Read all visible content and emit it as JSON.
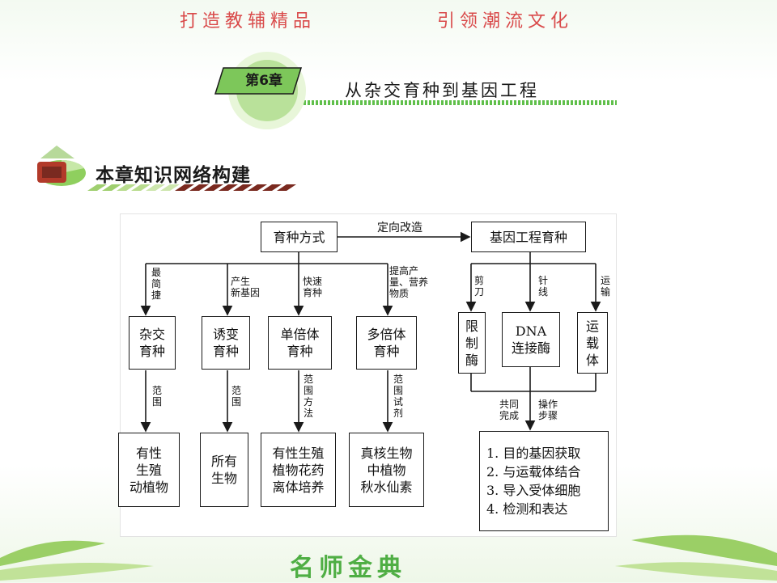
{
  "header": {
    "slogan_left": "打造教辅精品",
    "slogan_right": "引领潮流文化",
    "chapter_tag": "第6章",
    "chapter_title": "从杂交育种到基因工程",
    "section_title": "本章知识网络构建"
  },
  "diagram": {
    "top": {
      "breeding_methods": "育种方式",
      "genetic_engineering_breeding": "基因工程育种"
    },
    "edge_directed_modification": "定向改造",
    "methods": [
      {
        "name": "杂交\n育种",
        "edge_label": "最\n简\n捷",
        "range_label": "范\n围",
        "scope": "有性\n生殖\n动植物"
      },
      {
        "name": "诱变\n育种",
        "edge_label": "产生\n新基因",
        "range_label": "范\n围",
        "scope": "所有\n生物"
      },
      {
        "name": "单倍体\n育种",
        "edge_label": "快速\n育种",
        "range_label": "范\n围\n方\n法",
        "scope": "有性生殖\n植物花药\n离体培养"
      },
      {
        "name": "多倍体\n育种",
        "edge_label": "提高产\n量、营养\n物质",
        "range_label": "范\n围\n试\n剂",
        "scope": "真核生物\n中植物\n秋水仙素"
      }
    ],
    "tools": [
      {
        "edge_label": "剪\n刀",
        "name": "限\n制\n酶"
      },
      {
        "edge_label": "针\n线",
        "name": "DNA\n连接酶"
      },
      {
        "edge_label": "运\n输",
        "name": "运\n载\n体"
      }
    ],
    "join_left_label": "共同\n完成",
    "join_right_label": "操作\n步骤",
    "steps": [
      "1. 目的基因获取",
      "2. 与运载体结合",
      "3. 导入受体细胞",
      "4. 检测和表达"
    ]
  },
  "footer": {
    "brand": "名师金典"
  },
  "colors": {
    "accent_green": "#4fae44",
    "slogan_red": "#d94a4a"
  }
}
